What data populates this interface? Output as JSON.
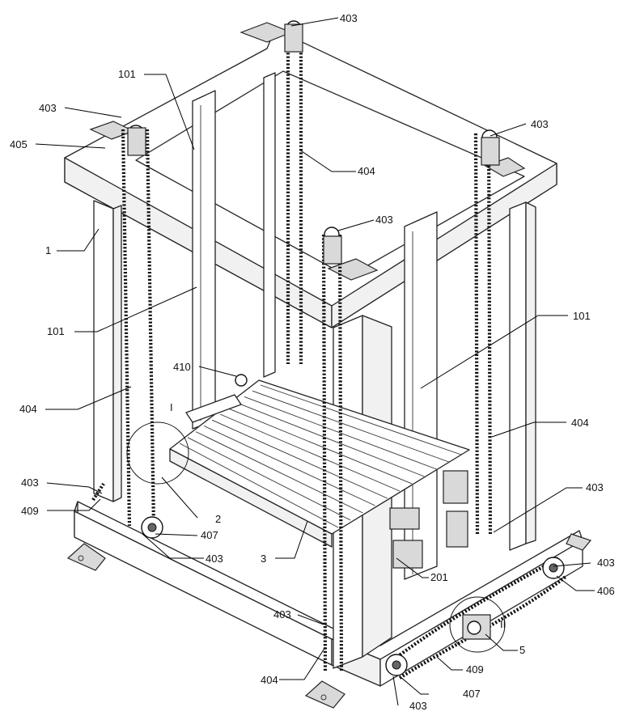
{
  "labels": {
    "l403_top": "403",
    "l101_top": "101",
    "l403_left": "403",
    "l403_right": "403",
    "l405": "405",
    "l404_mid": "404",
    "l403_center": "403",
    "l1": "1",
    "l101_right": "101",
    "l101_left": "101",
    "l410": "410",
    "l404_left": "404",
    "l404_right": "404",
    "l403_rmid": "403",
    "l403_lbot": "403",
    "l409_left": "409",
    "l2": "2",
    "l407_left": "407",
    "l403_lbot2": "403",
    "l3": "3",
    "l403_rbot": "403",
    "l201": "201",
    "l406": "406",
    "l403_cbot": "403",
    "l5": "5",
    "l404_bot": "404",
    "l409_bot": "409",
    "l407_bot": "407",
    "l403_bottom": "403",
    "detail_I": "I",
    "detail_II": "II"
  }
}
